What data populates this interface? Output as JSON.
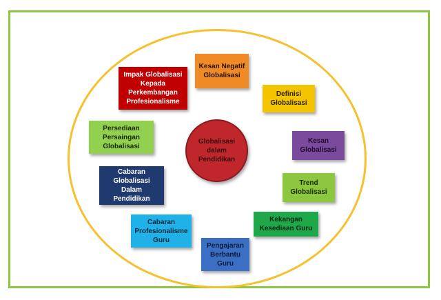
{
  "diagram": {
    "center": "Globalisasi dalam Pendidikan",
    "nodes": [
      {
        "id": "kesan-negatif",
        "label": "Kesan Negatif\nGlobalisasi",
        "color": "#f08a24",
        "text_color": "#2a1500"
      },
      {
        "id": "definisi",
        "label": "Definisi\nGlobalisasi",
        "color": "#f5c400",
        "text_color": "#2a2400"
      },
      {
        "id": "kesan",
        "label": "Kesan\nGlobalisasi",
        "color": "#7a4a9c",
        "text_color": "#1e0a2e"
      },
      {
        "id": "trend",
        "label": "Trend\nGlobalisasi",
        "color": "#8dc63f",
        "text_color": "#1a2a00"
      },
      {
        "id": "kekangan",
        "label": "Kekangan\nKesediaan Guru",
        "color": "#1ea84a",
        "text_color": "#002a10"
      },
      {
        "id": "pengajaran",
        "label": "Pengajaran\nBerbantu\nGuru",
        "color": "#3b6fc4",
        "text_color": "#0a1a3a"
      },
      {
        "id": "cabaran-profesionalisme",
        "label": "Cabaran\nProfesionalisme\nGuru",
        "color": "#1fb1e8",
        "text_color": "#00293a"
      },
      {
        "id": "cabaran-globalisasi",
        "label": "Cabaran\nGlobalisasi Dalam\nPendidikan",
        "color": "#1f3a6e",
        "text_color": "#ffffff"
      },
      {
        "id": "persediaan",
        "label": "Persediaan\nPersaingan\nGlobalisasi",
        "color": "#92d050",
        "text_color": "#1a2a00"
      },
      {
        "id": "impak",
        "label": "Impak Globalisasi\nKepada\nPerkembangan\nProfesionalisme",
        "color": "#c00000",
        "text_color": "#ffffff"
      }
    ]
  },
  "colors": {
    "frame": "#8dc63f",
    "ring": "#f5c12e",
    "center": "#c0272d"
  }
}
